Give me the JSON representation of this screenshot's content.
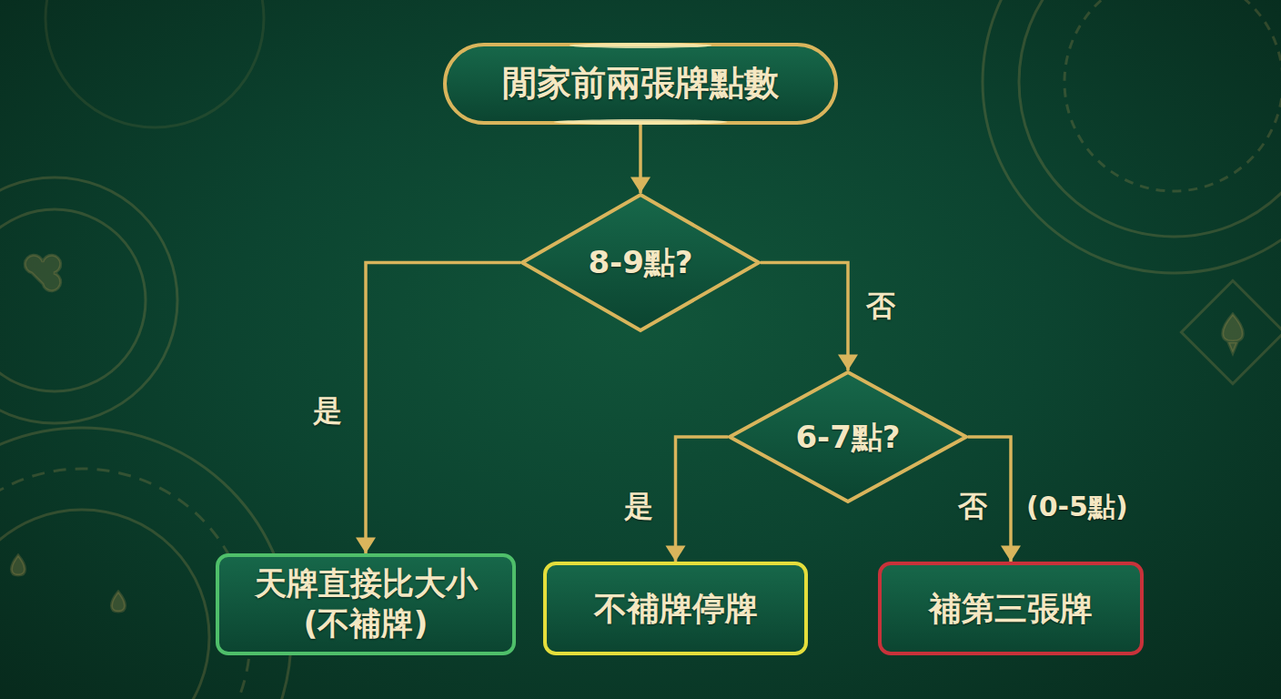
{
  "diagram": {
    "nodes": [
      {
        "text": [
          "閒家前兩張牌點數"
        ]
      },
      {
        "text": [
          "8-9點?"
        ]
      },
      {
        "text": [
          "6-7點?"
        ]
      },
      {
        "text": [
          "天牌直接比大小 (不補牌)"
        ]
      },
      {
        "text": [
          "不補牌停牌"
        ]
      },
      {
        "text": [
          "補第三張牌"
        ]
      }
    ],
    "edges": [
      {
        "from": 0,
        "to": 1,
        "arrow": "to"
      },
      {
        "from": 1,
        "to": 3,
        "label": "是",
        "arrow": "to"
      },
      {
        "from": 1,
        "to": 2,
        "label": "否",
        "arrow": "to"
      },
      {
        "from": 2,
        "to": 4,
        "label": "是",
        "arrow": "to"
      },
      {
        "from": 2,
        "to": 5,
        "label": "否",
        "arrow": "to"
      }
    ],
    "labels": [
      "(0-5點)"
    ]
  }
}
